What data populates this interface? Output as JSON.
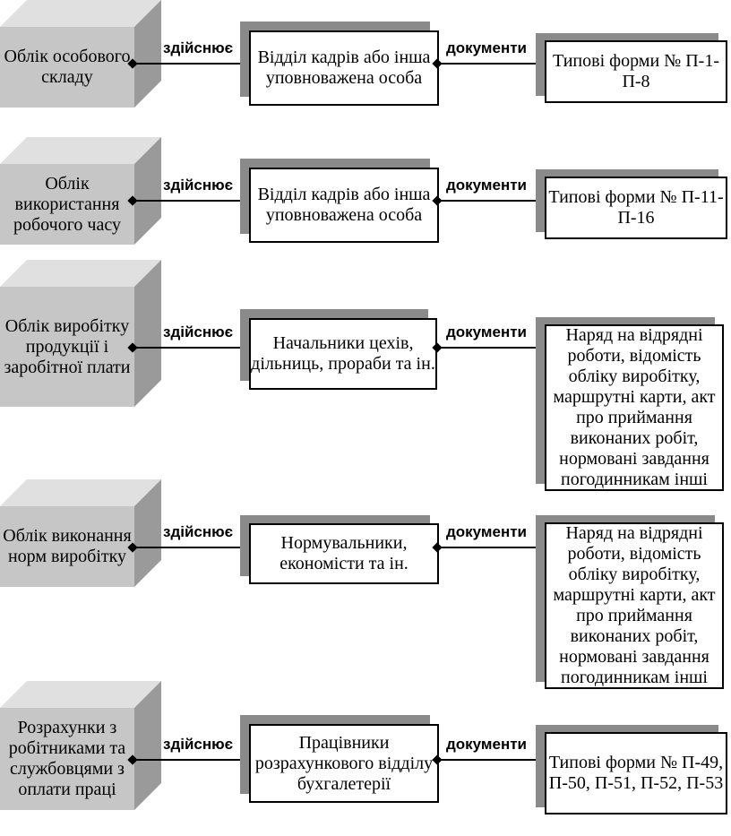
{
  "rows": [
    {
      "category": "Облік особового складу",
      "performer": "Відділ кадрів або інша уповноважена особа",
      "documents": "Типові форми № П-1-П-8",
      "action_label": "здійснює",
      "docs_label": "документи"
    },
    {
      "category": "Облік використання робочого часу",
      "performer": "Відділ кадрів або інша уповноважена особа",
      "documents": "Типові форми № П-11-П-16",
      "action_label": "здійснює",
      "docs_label": "документи"
    },
    {
      "category": "Облік виробітку продукції і заробітної плати",
      "performer": "Начальники цехів, дільниць, прораби та ін.",
      "documents": "Наряд на відрядні роботи, відомість обліку виробітку, маршрутні карти, акт про приймання виконаних робіт, нормовані завдання погодинникам інші",
      "action_label": "здійснює",
      "docs_label": "документи"
    },
    {
      "category": "Облік виконання норм виробітку",
      "performer": "Нормувальники, економісти та ін.",
      "documents": "Наряд на відрядні роботи, відомість обліку виробітку, маршрутні карти, акт про приймання виконаних робіт, нормовані завдання погодинникам інші",
      "action_label": "здійснює",
      "docs_label": "документи"
    },
    {
      "category": "Розрахунки з робітниками та службовцями з оплати праці",
      "performer": "Працівники розрахункового відділу бухгалетерії",
      "documents": "Типові форми № П-49, П-50, П-51, П-52, П-53",
      "action_label": "здійснює",
      "docs_label": "документи"
    }
  ],
  "colors": {
    "cube_front": "#c6c6c6",
    "cube_top": "#e0e0e0",
    "cube_side": "#9a9a9a",
    "shadow": "#8a8a8a"
  }
}
